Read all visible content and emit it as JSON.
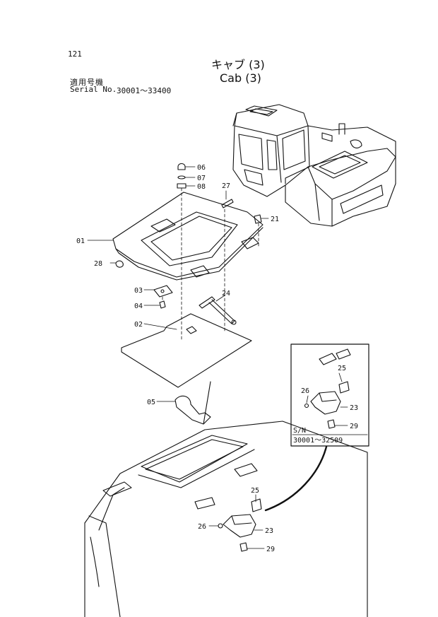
{
  "page_number": "121",
  "title_ja": "キャブ (3)",
  "title_en": "Cab (3)",
  "serial_label_ja": "適用号機",
  "serial_label_en": "Serial No.",
  "serial_range": "30001～33400",
  "callouts": {
    "p01": "01",
    "p02": "02",
    "p03": "03",
    "p04": "04",
    "p05": "05",
    "p06": "06",
    "p07": "07",
    "p08": "08",
    "p21": "21",
    "p24": "24",
    "p27": "27",
    "p28": "28",
    "p23": "23",
    "p25": "25",
    "p26": "26",
    "p29": "29"
  },
  "inset": {
    "sn_label": "S/N",
    "sn_range": "30001～32509",
    "callouts": {
      "p23": "23",
      "p25": "25",
      "p26": "26",
      "p29": "29"
    }
  }
}
